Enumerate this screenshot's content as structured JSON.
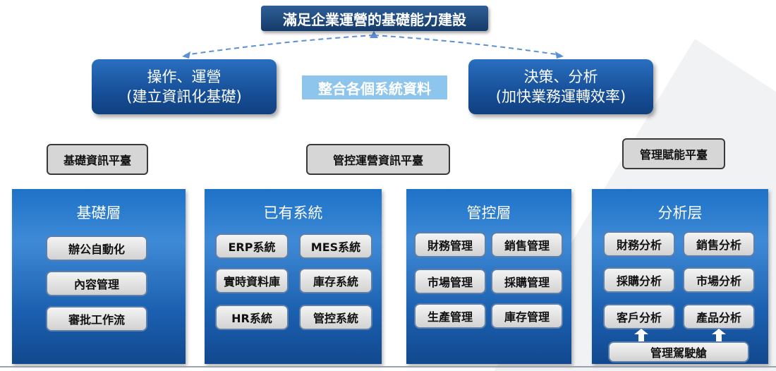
{
  "title": "滿足企業運營的基礎能力建設",
  "left_box": {
    "line1": "操作、運營",
    "line2": "(建立資訊化基礎)"
  },
  "right_box": {
    "line1": "決策、分析",
    "line2": "(加快業務運轉效率)"
  },
  "center_label": "整合各個系統資料",
  "platforms": [
    "基礎資訊平臺",
    "管控運營資訊平臺",
    "管理賦能平臺"
  ],
  "panels": [
    {
      "title": "基礎層",
      "items": [
        "辦公自動化",
        "內容管理",
        "審批工作流"
      ]
    },
    {
      "title": "已有系統",
      "items": [
        "ERP系統",
        "MES系統",
        "實時資料庫",
        "庫存系統",
        "HR系統",
        "管控系統"
      ]
    },
    {
      "title": "管控層",
      "items": [
        "財務管理",
        "銷售管理",
        "市場管理",
        "採購管理",
        "生產管理",
        "庫存管理"
      ]
    },
    {
      "title": "分析层",
      "items": [
        "財務分析",
        "銷售分析",
        "採購分析",
        "市場分析",
        "客戶分析",
        "產品分析"
      ],
      "bottom": "管理駕駛艙"
    }
  ],
  "colors": {
    "dark_blue": "#143a6a",
    "panel_blue": "#1d72c8",
    "light_blue": "#8ec5ec",
    "chip_grey": "#d6d6d6"
  }
}
